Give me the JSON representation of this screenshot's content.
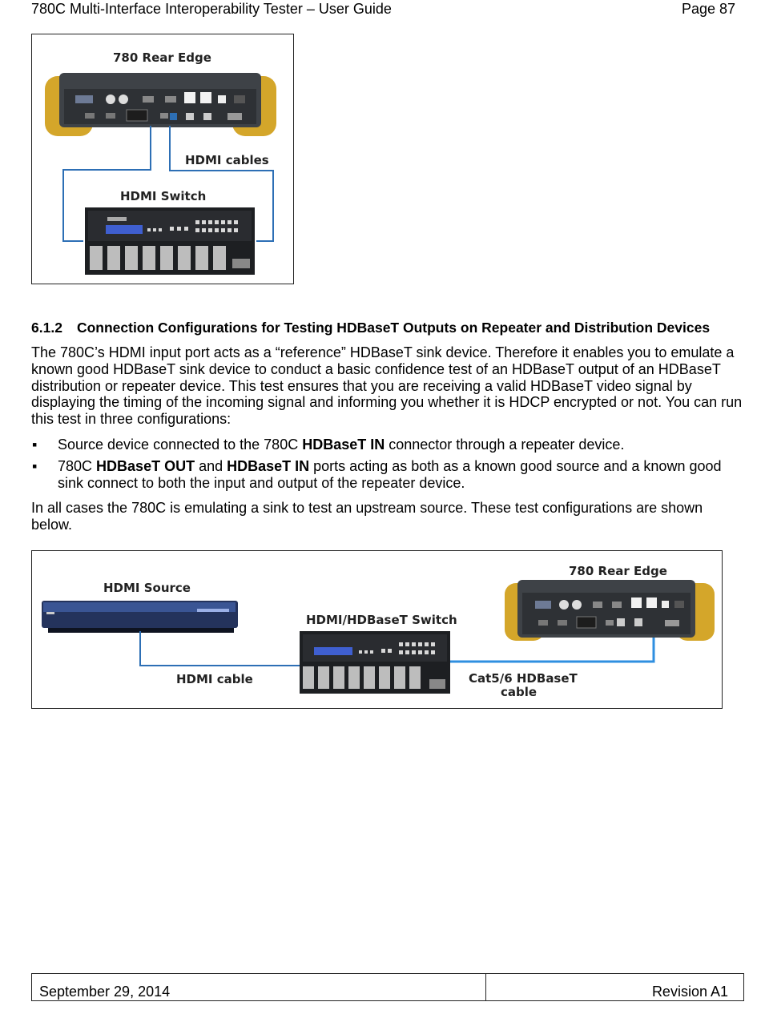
{
  "header": {
    "title": "780C Multi-Interface Interoperability Tester – User Guide",
    "page": "Page 87"
  },
  "figure1": {
    "title": "780 Rear Edge",
    "cables_label": "HDMI cables",
    "switch_label": "HDMI Switch"
  },
  "section": {
    "number": "6.1.2",
    "title": "Connection Configurations for Testing HDBaseT Outputs on Repeater and Distribution Devices"
  },
  "para1": "The 780C’s HDMI input port acts as a “reference” HDBaseT sink device. Therefore it enables you to emulate a known good HDBaseT sink device to conduct a basic confidence test of an HDBaseT output of an HDBaseT distribution or repeater device. This test ensures that you are receiving a valid HDBaseT video signal by displaying the timing of the incoming signal and informing you whether it is HDCP encrypted or not. You can run this test in three configurations:",
  "bullets": [
    {
      "pre": "Source device connected to the 780C ",
      "bold": "HDBaseT IN",
      "post": " connector through a repeater device."
    },
    {
      "pre": "780C ",
      "bold": "HDBaseT OUT",
      "mid": " and ",
      "bold2": "HDBaseT IN",
      "post": " ports acting as both as a known good source and a known good sink connect to both the input and output of the repeater device."
    }
  ],
  "para2": "In all cases the 780C is emulating a sink to test an upstream source. These test configurations are shown below.",
  "figure2": {
    "source_label": "HDMI Source",
    "switch_label": "HDMI/HDBaseT Switch",
    "rear_label": "780 Rear Edge",
    "hdmi_cable_label": "HDMI cable",
    "cat_label_1": "Cat5/6 HDBaseT",
    "cat_label_2": "cable"
  },
  "footer": {
    "date": "September 29, 2014",
    "revision": "Revision A1"
  },
  "colors": {
    "device_yellow": "#d4a62a",
    "device_body": "#3e4247",
    "cable_blue": "#2d6fb5",
    "cat_blue": "#2f8fe0",
    "lcd_blue": "#3f5fd0"
  }
}
